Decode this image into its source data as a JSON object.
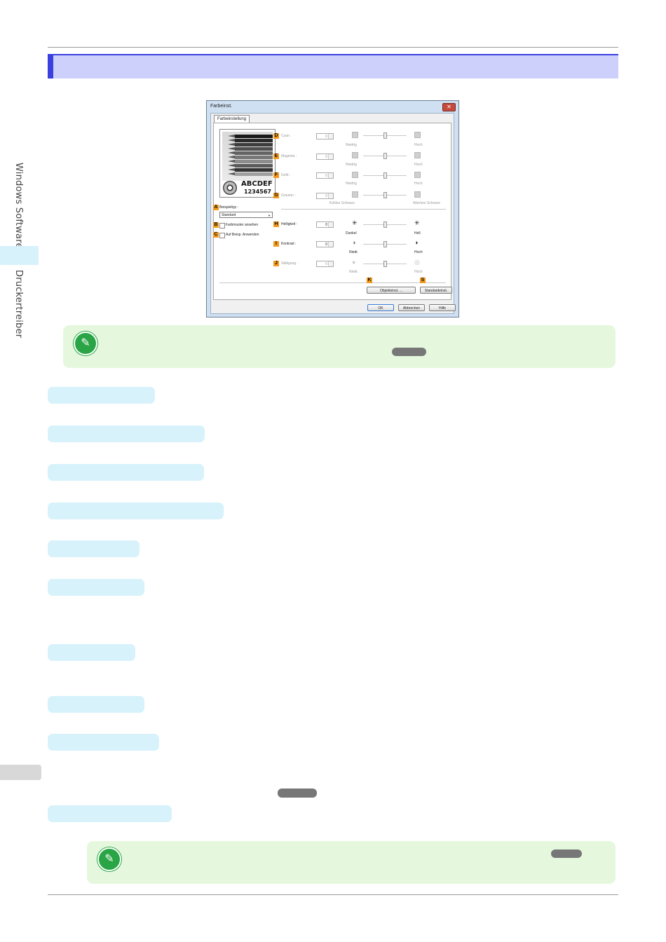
{
  "side": {
    "primary_label": "Windows Software",
    "secondary_label": "Druckertreiber"
  },
  "dialog": {
    "title": "Farbeinst.",
    "tab": "Farbeinstellung",
    "close_glyph": "✕",
    "preview": {
      "text_letters": "ABCDEF",
      "text_numbers": "1234567"
    },
    "left": {
      "sample_type_label": "Beispieltyp :",
      "sample_type_value": "Standard",
      "show_pattern_label": "Farbmuster ansehen",
      "apply_sample_label": "Auf Beisp. Anwenden"
    },
    "markers": {
      "A": "A",
      "B": "B",
      "C": "C",
      "D": "D",
      "E": "E",
      "F": "F",
      "G": "G",
      "H": "H",
      "I": "I",
      "J": "J",
      "K": "K",
      "S": "S"
    },
    "sliders": [
      {
        "label": "Cyan :",
        "value": "0",
        "low": "Niedrig",
        "high": "Hoch"
      },
      {
        "label": "Magenta :",
        "value": "0",
        "low": "Niedrig",
        "high": "Hoch"
      },
      {
        "label": "Gelb :",
        "value": "0",
        "low": "Niedrig",
        "high": "Hoch"
      },
      {
        "label": "Grauton :",
        "value": "0",
        "low": "Kühles Schwarz",
        "high": "Warmes Schwarz"
      },
      {
        "label": "Helligkeit :",
        "value": "0",
        "low": "Dunkel",
        "high": "Hell"
      },
      {
        "label": "Kontrast :",
        "value": "0",
        "low": "Niedr.",
        "high": "Hoch"
      },
      {
        "label": "Sättigung :",
        "value": "0",
        "low": "Niedr.",
        "high": "Hoch"
      }
    ],
    "buttons": {
      "object": "Objekteinst. ...",
      "defaults": "Standardeinst.",
      "ok": "OK",
      "cancel": "Abbrechen",
      "help": "Hilfe"
    }
  },
  "icons": {
    "note_icon": "pencil-note-icon",
    "brightness_dark": "✳",
    "brightness_light": "✳",
    "contrast_low": "◑",
    "contrast_high": "◑",
    "saturation_low": "●",
    "saturation_high": "◎"
  },
  "colors": {
    "header_accent": "#3a3fe0",
    "header_fill": "#cdd0fb",
    "pill_fill": "#d7f2fb",
    "note_fill": "#e5f8dd",
    "note_icon": "#2aa545",
    "marker": "#f29a1c"
  }
}
